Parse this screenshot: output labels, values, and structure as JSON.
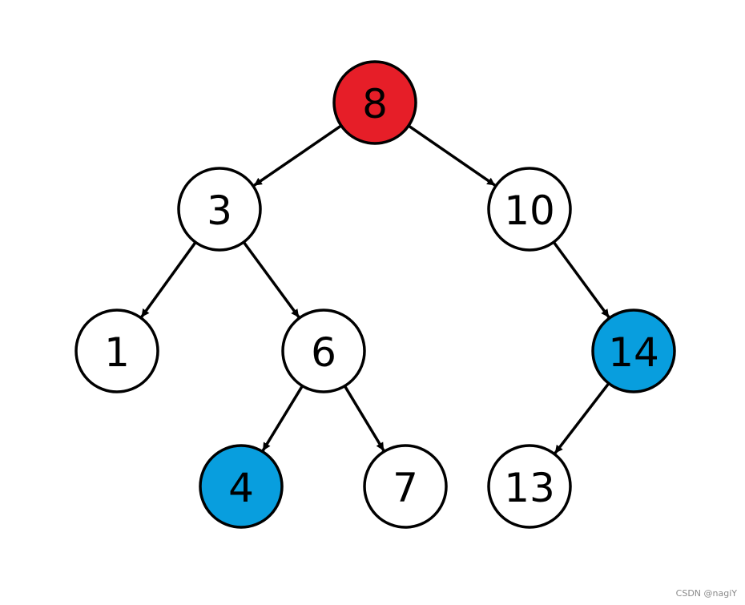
{
  "tree": {
    "colors": {
      "stroke": "#000000",
      "default_fill": "#ffffff",
      "root_fill": "#e61e28",
      "highlight_fill": "#089ede"
    },
    "nodes": [
      {
        "id": "n8",
        "label": "8",
        "state": "root"
      },
      {
        "id": "n3",
        "label": "3",
        "state": "default"
      },
      {
        "id": "n10",
        "label": "10",
        "state": "default"
      },
      {
        "id": "n1",
        "label": "1",
        "state": "default"
      },
      {
        "id": "n6",
        "label": "6",
        "state": "default"
      },
      {
        "id": "n14",
        "label": "14",
        "state": "highlight"
      },
      {
        "id": "n4",
        "label": "4",
        "state": "highlight"
      },
      {
        "id": "n7",
        "label": "7",
        "state": "default"
      },
      {
        "id": "n13",
        "label": "13",
        "state": "default"
      }
    ],
    "edges": [
      {
        "from": "n8",
        "to": "n3"
      },
      {
        "from": "n8",
        "to": "n10"
      },
      {
        "from": "n3",
        "to": "n1"
      },
      {
        "from": "n3",
        "to": "n6"
      },
      {
        "from": "n10",
        "to": "n14"
      },
      {
        "from": "n6",
        "to": "n4"
      },
      {
        "from": "n6",
        "to": "n7"
      },
      {
        "from": "n14",
        "to": "n13"
      }
    ]
  },
  "watermark": "CSDN @nagiY"
}
